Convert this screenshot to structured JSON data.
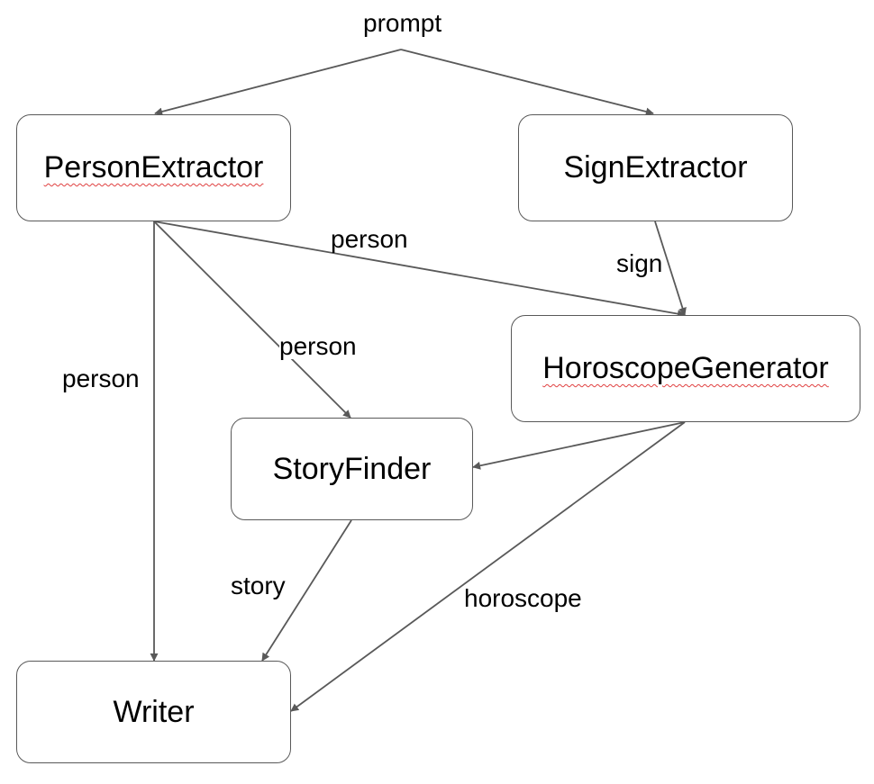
{
  "nodes": {
    "person_extractor": "PersonExtractor",
    "sign_extractor": "SignExtractor",
    "horoscope_generator": "HoroscopeGenerator",
    "story_finder": "StoryFinder",
    "writer": "Writer"
  },
  "labels": {
    "prompt": "prompt",
    "person_to_horoscope": "person",
    "sign_to_horoscope": "sign",
    "person_to_story": "person",
    "person_to_writer": "person",
    "story_to_writer": "story",
    "horoscope_to_writer": "horoscope"
  },
  "colors": {
    "edge": "#595959",
    "node_border": "#595959",
    "text": "#000000",
    "spellcheck_underline": "#e04040"
  }
}
